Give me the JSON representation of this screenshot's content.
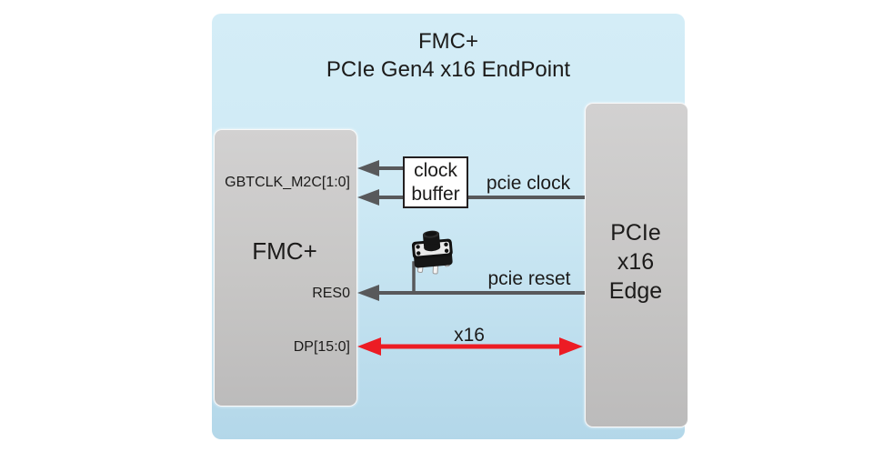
{
  "title": {
    "line1": "FMC+",
    "line2": "PCIe Gen4 x16 EndPoint"
  },
  "fmc_block": {
    "label": "FMC+",
    "ports": [
      {
        "label": "GBTCLK_M2C[1:0]"
      },
      {
        "label": "RES0"
      },
      {
        "label": "DP[15:0]"
      }
    ]
  },
  "pcie_block": {
    "line1": "PCIe",
    "line2": "x16",
    "line3": "Edge"
  },
  "clock_buffer": {
    "line1": "clock",
    "line2": "buffer"
  },
  "signals": {
    "pcie_clock": "pcie clock",
    "pcie_reset": "pcie reset",
    "x16_link": "x16"
  },
  "icons": {
    "push_button": "push-button-icon"
  },
  "colors": {
    "panel_top": "#d4edf7",
    "panel_bottom": "#b3d7e9",
    "block_top": "#d2d1d1",
    "block_bottom": "#bcbbbb",
    "arrow_gray": "#58595b",
    "link_red": "#ec1c24",
    "text": "#231f20",
    "clock_buffer_bg": "#ffffff"
  }
}
